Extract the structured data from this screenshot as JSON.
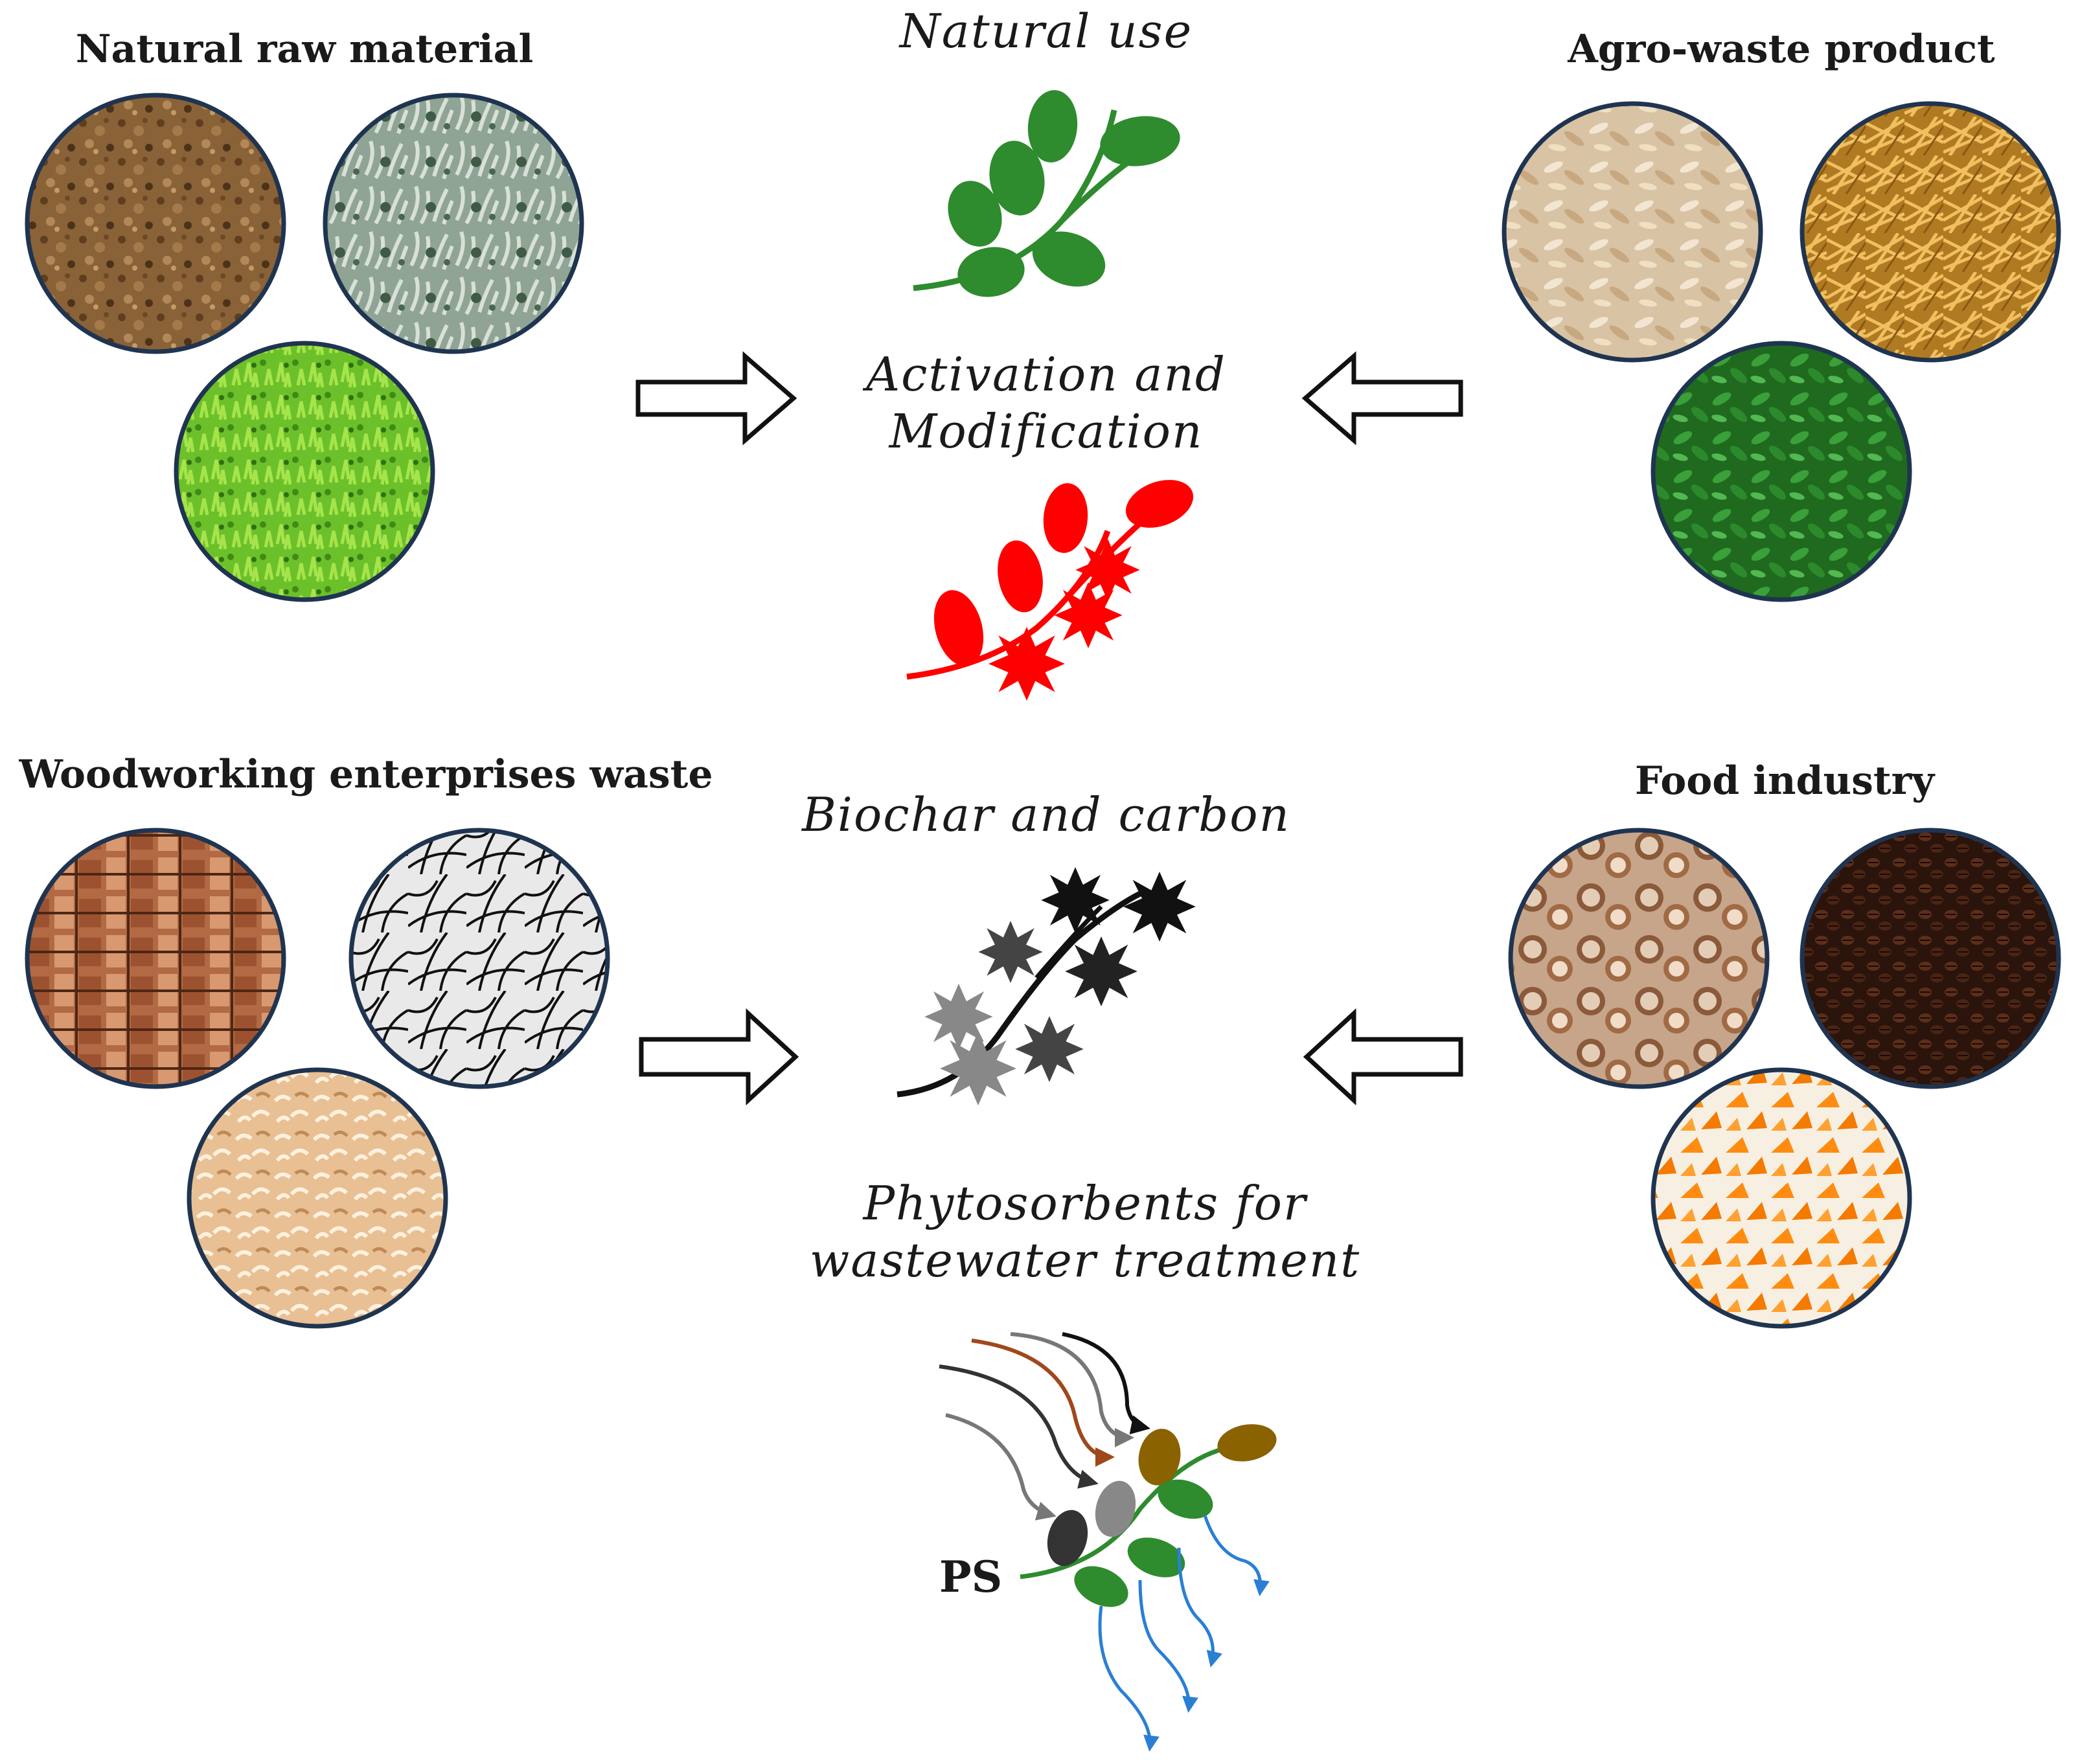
{
  "sources": {
    "natural_raw": "Natural raw material",
    "agro_waste": "Agro-waste product",
    "woodworking": "Woodworking enterprises waste",
    "food_industry": "Food industry"
  },
  "stages": {
    "natural_use": "Natural use",
    "activation_line1": "Activation and",
    "activation_line2": "Modification",
    "biochar": "Biochar and carbon",
    "phyto_line1": "Phytosorbents for",
    "phyto_line2": "wastewater treatment"
  },
  "ps_label": "PS",
  "colors": {
    "natural_leaf": "#2e8b2e",
    "modified_leaf": "#ff0000",
    "biochar_dark": "#111111",
    "biochar_mid": "#444444",
    "biochar_light": "#888888",
    "clean_water": "#2a7fd4",
    "circle_border": "#1f3450"
  }
}
